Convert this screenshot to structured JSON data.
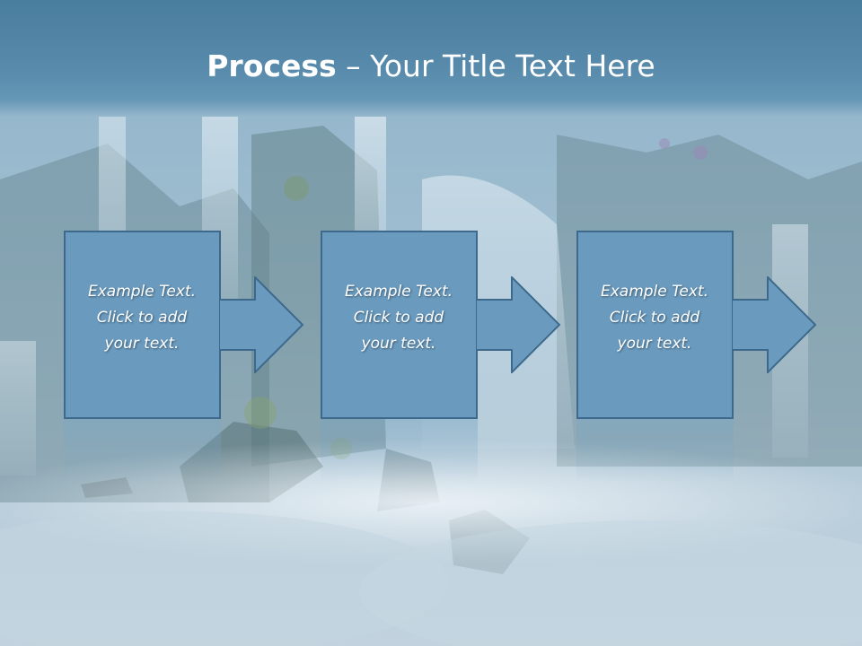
{
  "slide": {
    "title_bold": "Process",
    "title_rest": " – Your Title Text Here"
  },
  "steps": [
    {
      "line1": "Example Text.",
      "line2": "Click  to add",
      "line3": "your text."
    },
    {
      "line1": "Example Text.",
      "line2": "Click  to add",
      "line3": "your text."
    },
    {
      "line1": "Example Text.",
      "line2": "Click  to add",
      "line3": "your text."
    }
  ],
  "colors": {
    "title_bar": "#5689aa",
    "box_fill": "#6a9bbf",
    "box_border": "#3d6a8c",
    "text": "#ffffff"
  },
  "background": {
    "image": "waterfall-photo"
  }
}
